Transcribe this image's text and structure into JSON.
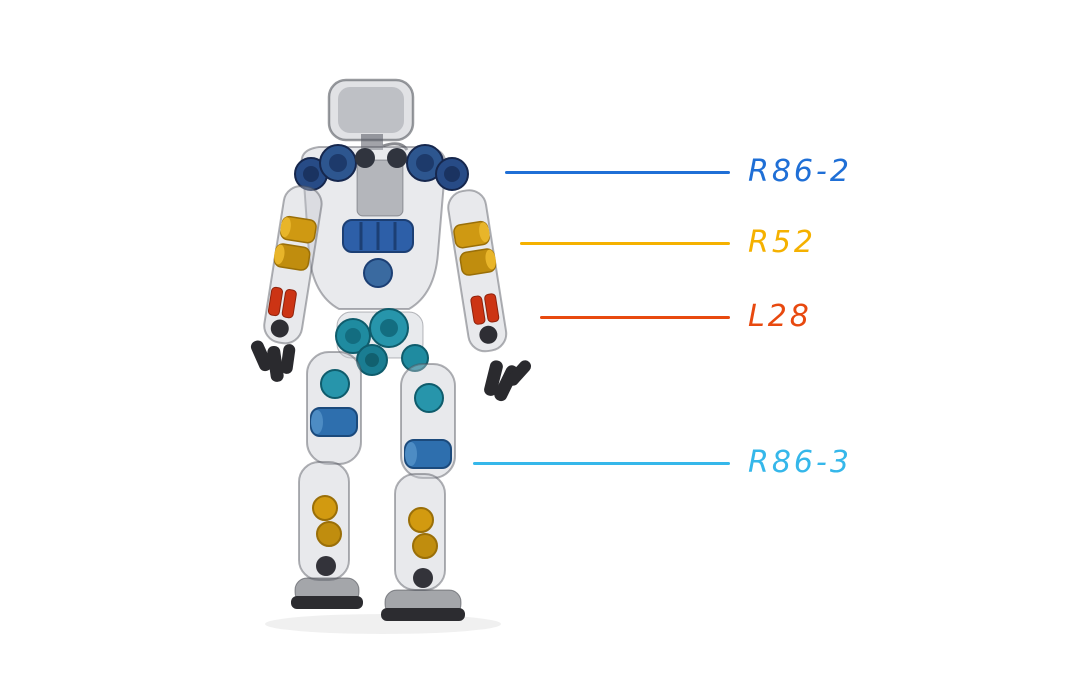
{
  "figure": {
    "title": "transparent humanoid robot actuator callout diagram",
    "annotations": [
      {
        "label": "R86-2",
        "color": "#1f6fd6",
        "points_to": "shoulder-actuator"
      },
      {
        "label": "R52",
        "color": "#f5b100",
        "points_to": "elbow-actuator"
      },
      {
        "label": "L28",
        "color": "#e8490f",
        "points_to": "forearm-actuator"
      },
      {
        "label": "R86-3",
        "color": "#35b7ea",
        "points_to": "knee-actuator"
      }
    ]
  }
}
